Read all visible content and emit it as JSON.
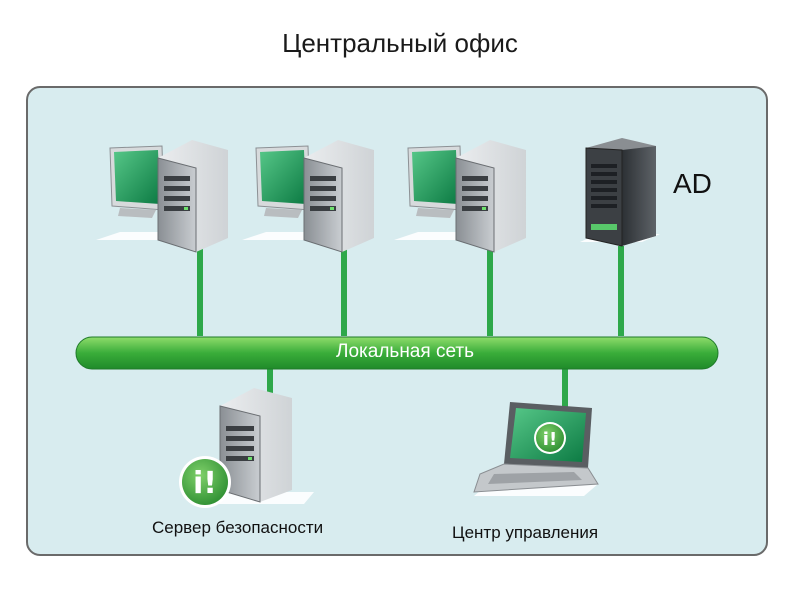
{
  "title": "Центральный офис",
  "ad_label": "AD",
  "network": {
    "label": "Локальная сеть"
  },
  "nodes": {
    "security_server": {
      "label": "Сервер безопасности"
    },
    "admin_center": {
      "label": "Центр управления"
    }
  },
  "colors": {
    "background": "#d8ecef",
    "lan": "#37a63a",
    "link": "#2ea84a",
    "badge": "#3a9a3a",
    "screen": "#2aa860"
  },
  "icons": {
    "workstation": "workstation-icon",
    "ad_server": "rack-server-icon",
    "security_server": "server-icon",
    "admin_center": "laptop-icon",
    "badge": "info-badge-icon"
  }
}
